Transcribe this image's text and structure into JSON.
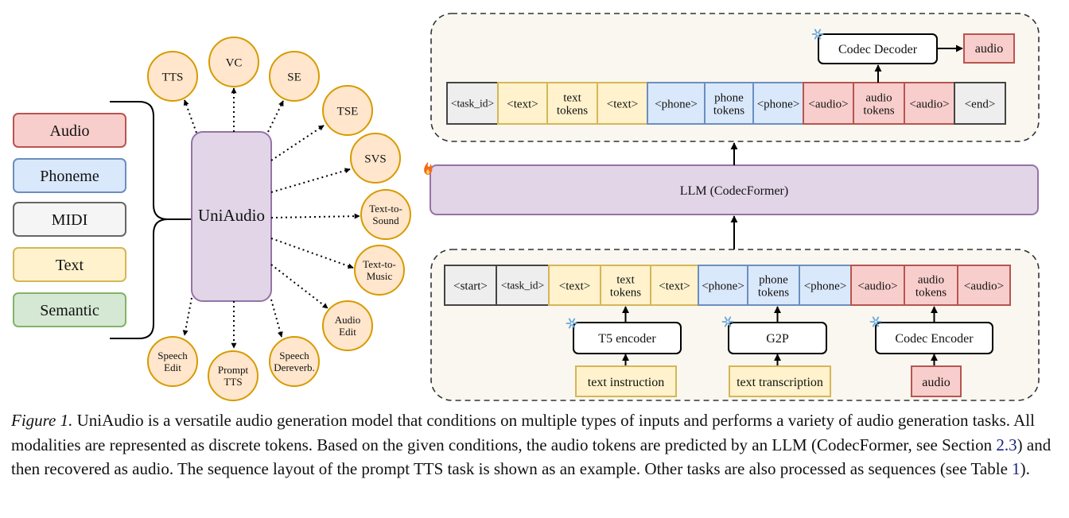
{
  "input_modalities": [
    {
      "label": "Audio",
      "fill": "#f8cecc",
      "stroke": "#b85450"
    },
    {
      "label": "Phoneme",
      "fill": "#dae8fc",
      "stroke": "#6c8ebf"
    },
    {
      "label": "MIDI",
      "fill": "#f5f5f5",
      "stroke": "#666666"
    },
    {
      "label": "Text",
      "fill": "#fff2cc",
      "stroke": "#d6b656"
    },
    {
      "label": "Semantic",
      "fill": "#d5e8d4",
      "stroke": "#82b366"
    }
  ],
  "center_label": "UniAudio",
  "tasks": [
    [
      "TTS"
    ],
    [
      "VC"
    ],
    [
      "SE"
    ],
    [
      "TSE"
    ],
    [
      "SVS"
    ],
    [
      "Text-to-",
      "Sound"
    ],
    [
      "Text-to-",
      "Music"
    ],
    [
      "Audio",
      "Edit"
    ],
    [
      "Speech",
      "Dereverb."
    ],
    [
      "Prompt",
      "TTS"
    ],
    [
      "Speech",
      "Edit"
    ]
  ],
  "output_sequence": [
    {
      "label": [
        "<task_id>"
      ],
      "type": "special"
    },
    {
      "label": [
        "<text>"
      ],
      "type": "text"
    },
    {
      "label": [
        "text",
        "tokens"
      ],
      "type": "text"
    },
    {
      "label": [
        "<text>"
      ],
      "type": "text"
    },
    {
      "label": [
        "<phone>"
      ],
      "type": "phone"
    },
    {
      "label": [
        "phone",
        "tokens"
      ],
      "type": "phone"
    },
    {
      "label": [
        "<phone>"
      ],
      "type": "phone"
    },
    {
      "label": [
        "<audio>"
      ],
      "type": "audio"
    },
    {
      "label": [
        "audio",
        "tokens"
      ],
      "type": "audio"
    },
    {
      "label": [
        "<audio>"
      ],
      "type": "audio"
    },
    {
      "label": [
        "<end>"
      ],
      "type": "special"
    }
  ],
  "input_sequence": [
    {
      "label": [
        "<start>"
      ],
      "type": "special"
    },
    {
      "label": [
        "<task_id>"
      ],
      "type": "special"
    },
    {
      "label": [
        "<text>"
      ],
      "type": "text"
    },
    {
      "label": [
        "text",
        "tokens"
      ],
      "type": "text"
    },
    {
      "label": [
        "<text>"
      ],
      "type": "text"
    },
    {
      "label": [
        "<phone>"
      ],
      "type": "phone"
    },
    {
      "label": [
        "phone",
        "tokens"
      ],
      "type": "phone"
    },
    {
      "label": [
        "<phone>"
      ],
      "type": "phone"
    },
    {
      "label": [
        "<audio>"
      ],
      "type": "audio"
    },
    {
      "label": [
        "audio",
        "tokens"
      ],
      "type": "audio"
    },
    {
      "label": [
        "<audio>"
      ],
      "type": "audio"
    }
  ],
  "token_colors": {
    "special": {
      "fill": "#eeeeee",
      "stroke": "#444444"
    },
    "text": {
      "fill": "#fff2cc",
      "stroke": "#d6b656"
    },
    "phone": {
      "fill": "#dae8fc",
      "stroke": "#6c8ebf"
    },
    "audio": {
      "fill": "#f8cecc",
      "stroke": "#b85450"
    }
  },
  "codec_decoder_label": "Codec Decoder",
  "decoder_output_label": "audio",
  "llm_label": "LLM (CodecFormer)",
  "encoders": [
    {
      "label": "T5 encoder",
      "input": "text instruction",
      "input_type": "text"
    },
    {
      "label": "G2P",
      "input": "text transcription",
      "input_type": "text"
    },
    {
      "label": "Codec Encoder",
      "input": "audio",
      "input_type": "audio"
    }
  ],
  "icons": {
    "frozen": "snowflake-icon",
    "trainable": "flame-icon"
  },
  "caption": {
    "label": "Figure 1.",
    "part1": " UniAudio is a versatile audio generation model that conditions on multiple types of inputs and performs a variety of audio generation tasks. All modalities are represented as discrete tokens. Based on the given conditions, the audio tokens are predicted by an LLM (CodecFormer, see Section ",
    "ref1": "2.3",
    "part2": ") and then recovered as audio. The sequence layout of the prompt TTS task is shown as an example. Other tasks are also processed as sequences (see Table ",
    "ref2": "1",
    "part3": ")."
  }
}
